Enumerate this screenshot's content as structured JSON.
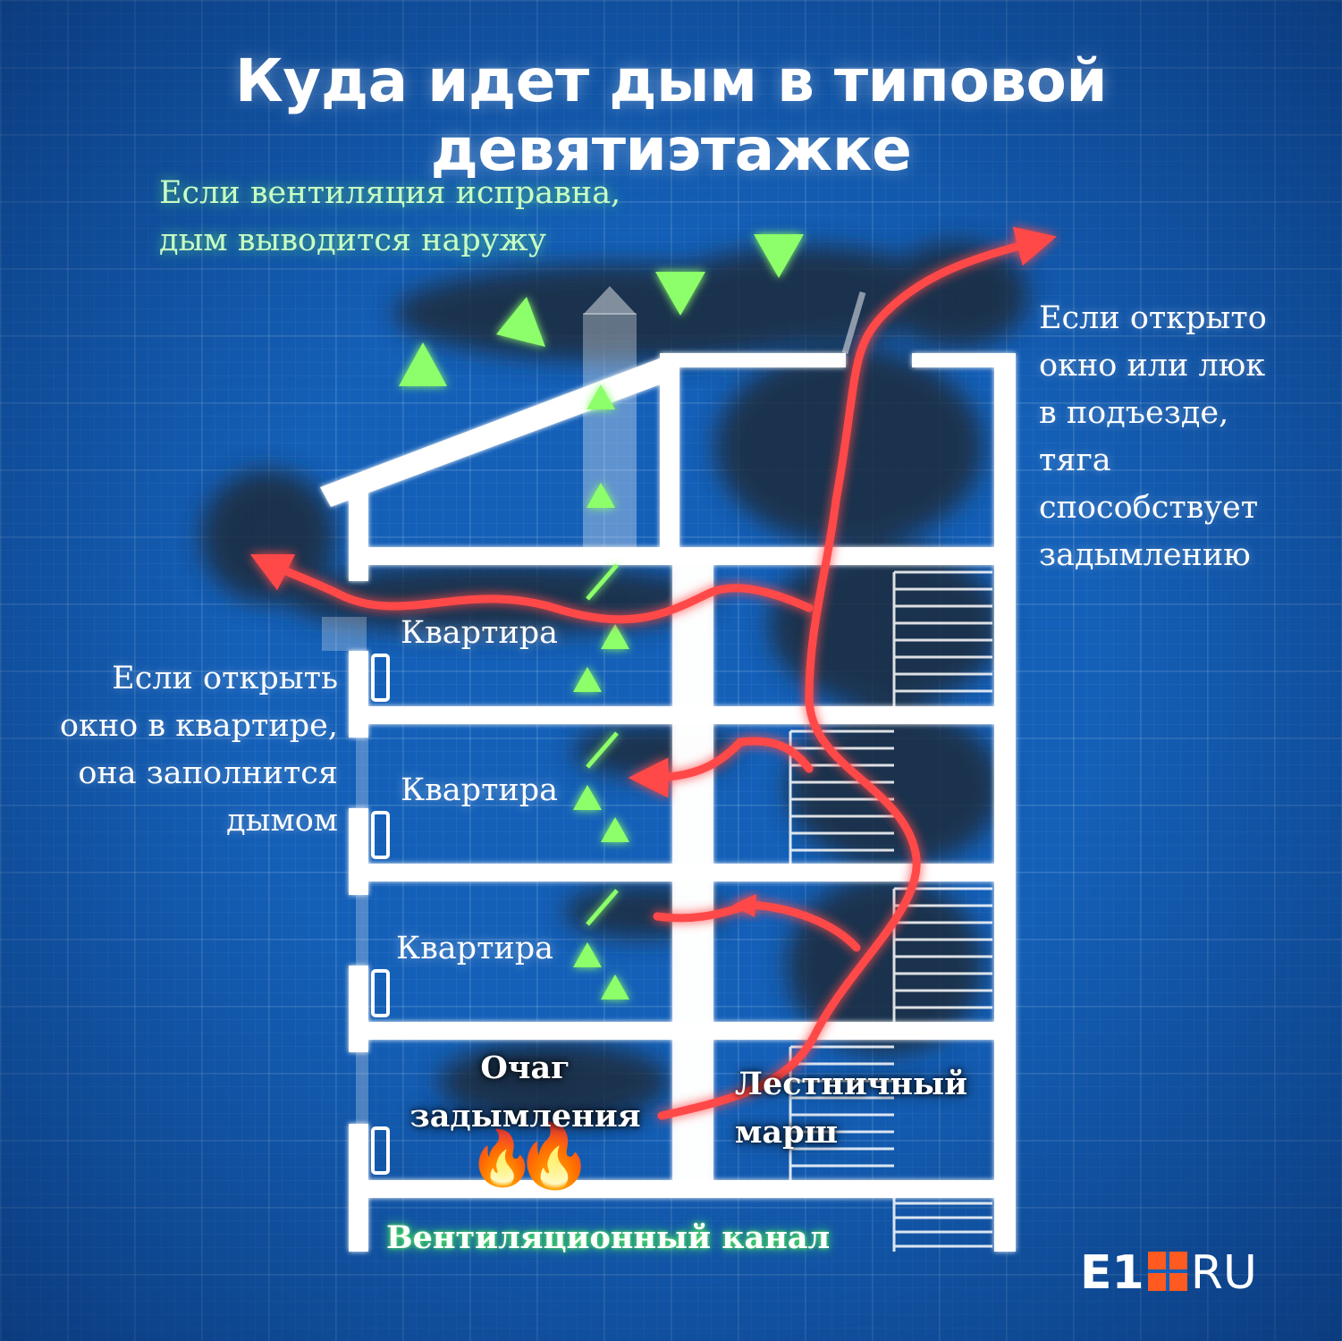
{
  "title": "Куда идет дым в типовой девятиэтажке",
  "notes": {
    "ventilation_ok": [
      "Если вентиляция исправна,",
      "дым выводится наружу"
    ],
    "stairwell_open": [
      "Если открыто",
      "окно или люк",
      "в подъезде,",
      "тяга",
      "способствует",
      "задымлению"
    ],
    "apartment_window": [
      "Если открыть",
      "окно в квартире,",
      "она заполнится",
      "дымом"
    ]
  },
  "labels": {
    "apartment": "Квартира",
    "fire_source": [
      "Очаг",
      "задымления"
    ],
    "stairwell": [
      "Лестничный",
      "марш"
    ],
    "vent_channel": "Вентиляционный канал"
  },
  "logo": {
    "left": "E1",
    "right": "RU"
  },
  "icons": {
    "fire": "fire-icon",
    "logo_square": "e1-square-icon"
  },
  "colors": {
    "background": "#1460b8",
    "smoke_path": "#ff4a4a",
    "vent_flow": "#8cff6a",
    "walls": "#ffffff",
    "smoke": "#1f2a3a",
    "logo_accent": "#ff5a1f"
  }
}
